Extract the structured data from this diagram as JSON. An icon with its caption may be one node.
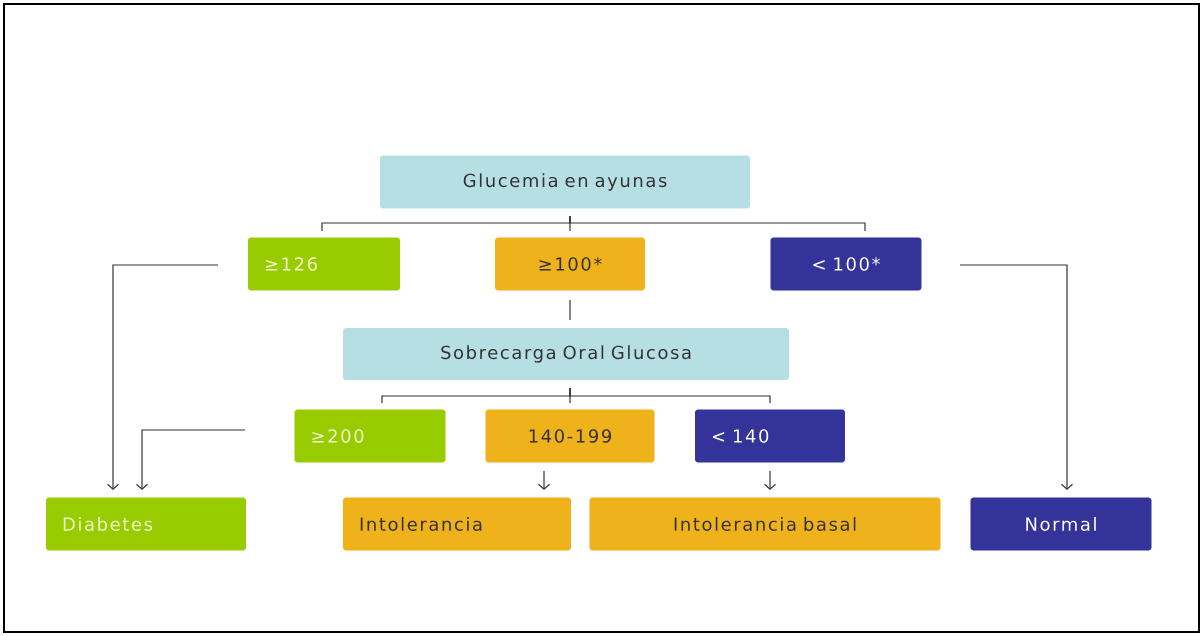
{
  "diagram": {
    "nodes": [
      {
        "text": [
          "Glucemia en ayunas"
        ]
      },
      {
        "text": [
          "≥126"
        ]
      },
      {
        "text": [
          "≥100*"
        ]
      },
      {
        "text": [
          "< 100*"
        ]
      },
      {
        "text": [
          "Sobrecarga Oral Glucosa"
        ]
      },
      {
        "text": [
          "≥200"
        ]
      },
      {
        "text": [
          "140-199"
        ]
      },
      {
        "text": [
          "< 140"
        ]
      },
      {
        "text": [
          "Diabetes"
        ]
      },
      {
        "text": [
          "Intolerancia"
        ]
      },
      {
        "text": [
          "Intolerancia basal"
        ]
      },
      {
        "text": [
          "Normal"
        ]
      }
    ],
    "edges": [
      {
        "from": 0,
        "to": 1,
        "arrow": "none"
      },
      {
        "from": 0,
        "to": 2,
        "arrow": "none"
      },
      {
        "from": 0,
        "to": 3,
        "arrow": "none"
      },
      {
        "from": 2,
        "to": 4,
        "arrow": "none"
      },
      {
        "from": 1,
        "to": 8,
        "arrow": "to"
      },
      {
        "from": 3,
        "to": 11,
        "arrow": "to"
      },
      {
        "from": 4,
        "to": 5,
        "arrow": "none"
      },
      {
        "from": 4,
        "to": 6,
        "arrow": "none"
      },
      {
        "from": 4,
        "to": 7,
        "arrow": "none"
      },
      {
        "from": 5,
        "to": 8,
        "arrow": "to"
      },
      {
        "from": 6,
        "to": 9,
        "arrow": "to"
      },
      {
        "from": 7,
        "to": 10,
        "arrow": "to"
      }
    ]
  }
}
